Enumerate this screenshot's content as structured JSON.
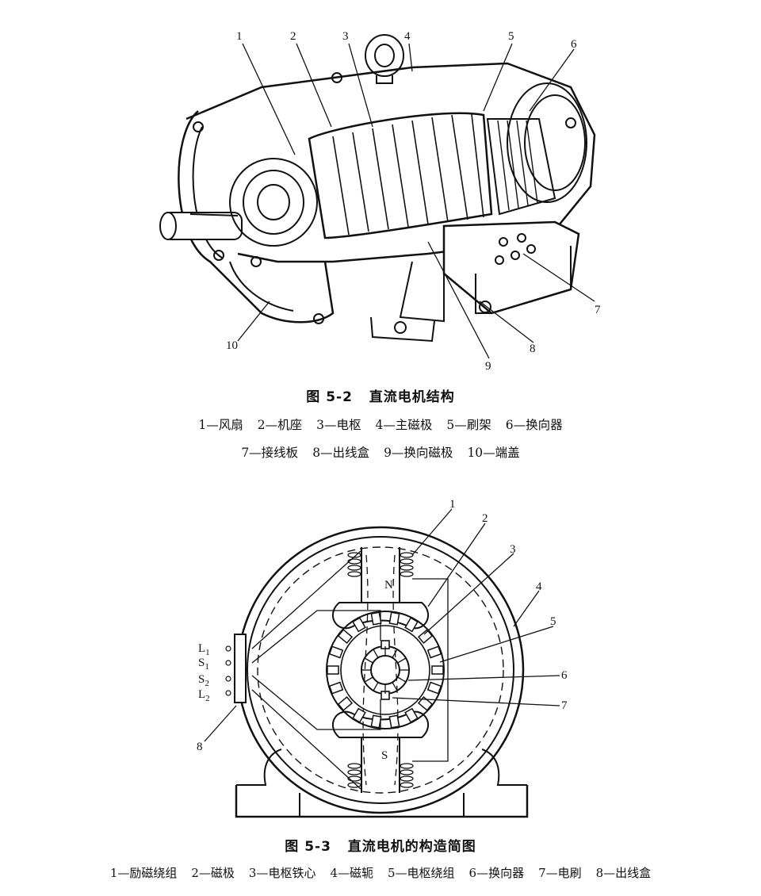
{
  "fig1": {
    "title_num": "图 5-2",
    "title_text": "直流电机结构",
    "legend_row1": [
      "1—风扇",
      "2—机座",
      "3—电枢",
      "4—主磁极",
      "5—刷架",
      "6—换向器"
    ],
    "legend_row2": [
      "7—接线板",
      "8—出线盒",
      "9—换向磁极",
      "10—端盖"
    ],
    "callouts": [
      "1",
      "2",
      "3",
      "4",
      "5",
      "6",
      "7",
      "8",
      "9",
      "10"
    ]
  },
  "fig2": {
    "title_num": "图 5-3",
    "title_text": "直流电机的构造简图",
    "legend": [
      "1—励磁绕组",
      "2—磁极",
      "3—电枢铁心",
      "4—磁轭",
      "5—电枢绕组",
      "6—换向器",
      "7—电刷",
      "8—出线盒"
    ],
    "callouts": [
      "1",
      "2",
      "3",
      "4",
      "5",
      "6",
      "7",
      "8"
    ],
    "poles": [
      "N",
      "S"
    ],
    "terminals": [
      "L1",
      "S1",
      "S2",
      "L2"
    ]
  }
}
